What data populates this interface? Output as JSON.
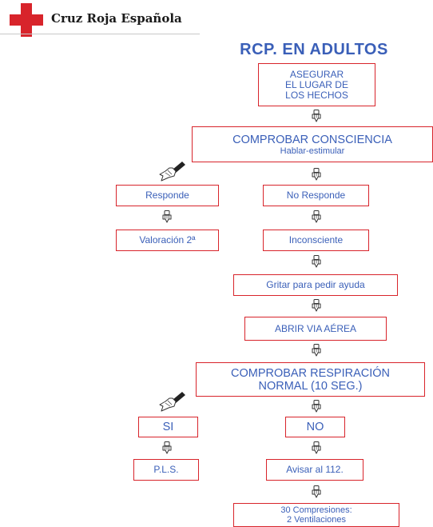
{
  "header": {
    "brand": "Cruz Roja Española",
    "title": "RCP. EN ADULTOS"
  },
  "colors": {
    "box_border": "#d8242b",
    "text": "#3a5fb8",
    "logo": "#d8242b"
  },
  "flow": {
    "secure": [
      "ASEGURAR",
      "EL LUGAR DE",
      "LOS HECHOS"
    ],
    "check_conscious": [
      "COMPROBAR CONSCIENCIA",
      "Hablar-estimular"
    ],
    "responds": "Responde",
    "no_response": "No Responde",
    "secondary_assessment": "Valoración 2ª",
    "unconscious": "Inconsciente",
    "shout_help": "Gritar para pedir ayuda",
    "open_airway": "ABRIR VIA AÉREA",
    "check_breathing": [
      "COMPROBAR RESPIRACIÓN",
      "NORMAL (10 SEG.)"
    ],
    "yes": "SI",
    "no": "NO",
    "recovery_position": "P.L.S.",
    "call": "Avisar al 112.",
    "compressions": [
      "30 Compresiones:",
      "2 Ventilaciones"
    ]
  },
  "icons": {
    "down": "hand-pointing-down-icon",
    "diagonal": "hand-pointing-down-left-icon"
  }
}
